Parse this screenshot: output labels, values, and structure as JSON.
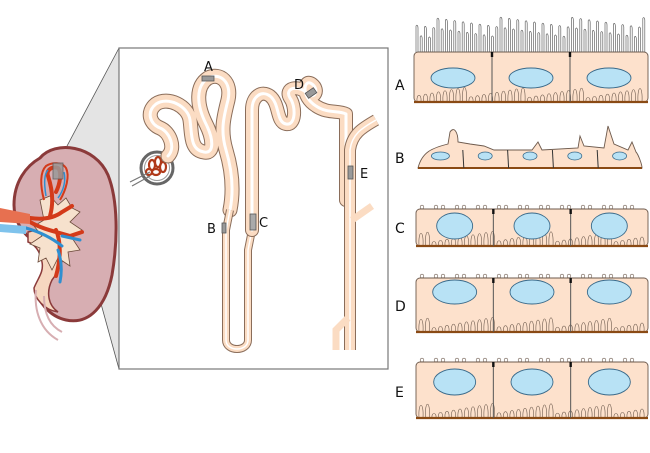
{
  "figure": {
    "subject": "Kidney nephron with epithelial cell types",
    "nephron_labels": [
      "A",
      "B",
      "C",
      "D",
      "E"
    ],
    "epithelium_panels": [
      {
        "label": "A",
        "type": "brush-border cuboidal",
        "cells": 3
      },
      {
        "label": "B",
        "type": "simple squamous",
        "cells": 5
      },
      {
        "label": "C",
        "type": "cuboidal",
        "cells": 3
      },
      {
        "label": "D",
        "type": "cuboidal",
        "cells": 3
      },
      {
        "label": "E",
        "type": "cuboidal",
        "cells": 3
      }
    ]
  },
  "colors": {
    "tubule": "#fbdcc3",
    "tubule_stroke": "#8a6d5a",
    "kidney_cortex": "#d4a9ad",
    "kidney_outline": "#8b3a3a",
    "artery": "#d33a1a",
    "vein": "#2f8fd0",
    "nucleus": "#b8e2f5",
    "basement": "#8a4a14",
    "callout_fill": "#e3e3e3"
  }
}
